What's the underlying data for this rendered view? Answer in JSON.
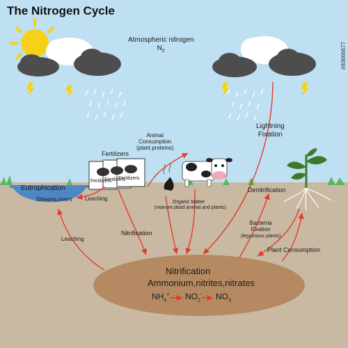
{
  "title": "The Nitrogen Cycle",
  "atmosphere": {
    "label": "Atmospheric nitrogen",
    "formula": "N",
    "formula_sub": "2"
  },
  "lightning_fixation": {
    "line1": "Lightning",
    "line2": "Fixation"
  },
  "animal_consumption": {
    "line1": "Animal",
    "line2": "Consumption",
    "line3": "(plant proteins)"
  },
  "fertilizers": {
    "label": "Fertilizers",
    "bag_label": "Fertilizers"
  },
  "eutrophication": {
    "label": "Eutrophication",
    "sublabel": "Streams,rivers"
  },
  "leaching_top": "Leaching",
  "leaching_left": "Leaching",
  "organic_matter": {
    "line1": "Organic Matter",
    "line2": "(manure,dead animal and plants)"
  },
  "denitrification": "Denitrification",
  "bacteria_fixation": {
    "line1": "Bacterria",
    "line2": "Fixation",
    "line3": "(legumious plants)"
  },
  "nitrification_mid": "Nitrification",
  "plant_consumption": "Plant Consumption",
  "soil_pool": {
    "title": "Nitrification",
    "subtitle": "Ammonium,nitrites,nitrates",
    "nh": "NH",
    "nh_sub": "4",
    "nh_sup": "+",
    "no2": "NO",
    "no2_sub": "2",
    "no2_sup": "-",
    "no3": "NO",
    "no3_sub": "3",
    "no3_sup": "-"
  },
  "stock_id": "#93666677",
  "colors": {
    "sky": "#bfe0f2",
    "soil": "#c9b9a3",
    "pool": "#b58a62",
    "arrow": "#e23b2a",
    "water": "#4f87c4",
    "sun": "#f7d117",
    "cloud_dark": "#4d4d4d"
  }
}
